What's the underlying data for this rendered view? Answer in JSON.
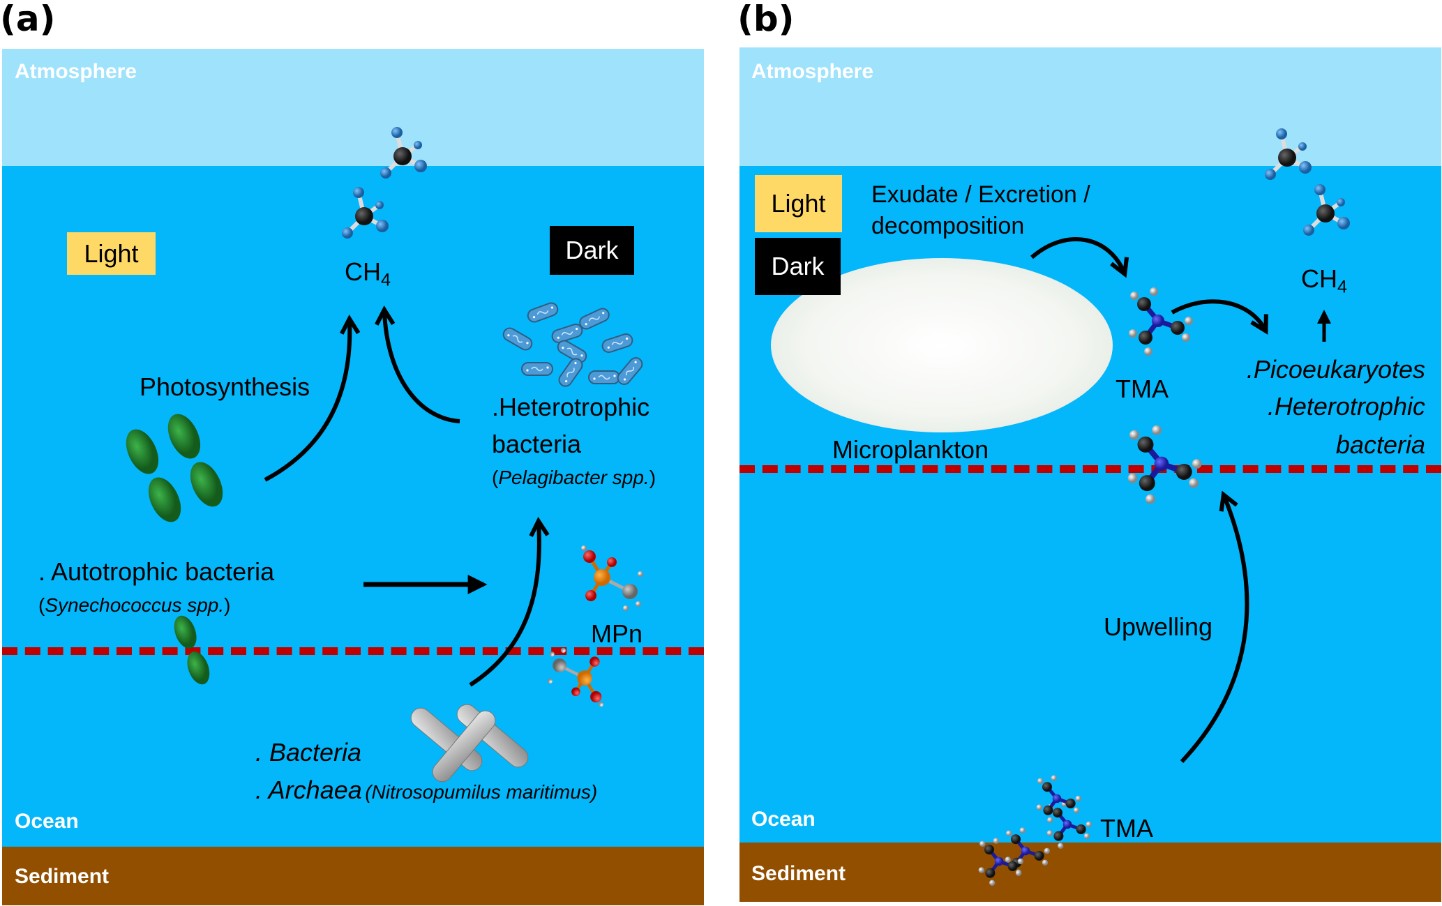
{
  "panels": {
    "a": {
      "label": "(a)",
      "zones": {
        "atmosphere": "Atmosphere",
        "ocean": "Ocean",
        "sediment": "Sediment"
      },
      "light_label": "Light",
      "dark_label": "Dark",
      "ch4": {
        "main": "CH",
        "sub": "4"
      },
      "photosynthesis": "Photosynthesis",
      "heterotrophic": {
        "line1": ".Heterotrophic",
        "line2": "bacteria",
        "species_open": "(",
        "species": "Pelagibacter spp.",
        "species_close": ")"
      },
      "autotrophic": {
        "line1": ". Autotrophic bacteria",
        "species_open": "(",
        "species": "Synechococcus spp.",
        "species_close": ")"
      },
      "mpn": "MPn",
      "bacteria": ". Bacteria",
      "archaea": {
        "name": ". Archaea",
        "species": "(Nitrosopumilus  maritimus)"
      },
      "icons": [
        "methane-molecule",
        "methane-molecule",
        "synechococcus-cells",
        "pelagibacter-cells",
        "methylphosphonate-molecule",
        "methylphosphonate-molecule",
        "archaea-cells"
      ]
    },
    "b": {
      "label": "(b)",
      "zones": {
        "atmosphere": "Atmosphere",
        "ocean": "Ocean",
        "sediment": "Sediment"
      },
      "light_label": "Light",
      "dark_label": "Dark",
      "exudate": {
        "line1": "Exudate / Excretion /",
        "line2": "decomposition"
      },
      "microplankton": "Microplankton",
      "tma_mid": "TMA",
      "tma_bottom": "TMA",
      "ch4": {
        "main": "CH",
        "sub": "4"
      },
      "consumers": {
        "line1": ".Picoeukaryotes",
        "line2": ".Heterotrophic",
        "line3": "bacteria"
      },
      "upwelling": "Upwelling",
      "icons": [
        "methane-molecule",
        "methane-molecule",
        "microplankton-micrograph",
        "trimethylamine-molecule",
        "trimethylamine-molecule",
        "trimethylamine-stack"
      ]
    }
  },
  "colors": {
    "atmosphere": "#9EE2FB",
    "ocean": "#04B6FA",
    "sediment": "#934F00",
    "boundary_dash": "#C00000",
    "light_box": "#FFD966",
    "dark_box": "#000000"
  }
}
